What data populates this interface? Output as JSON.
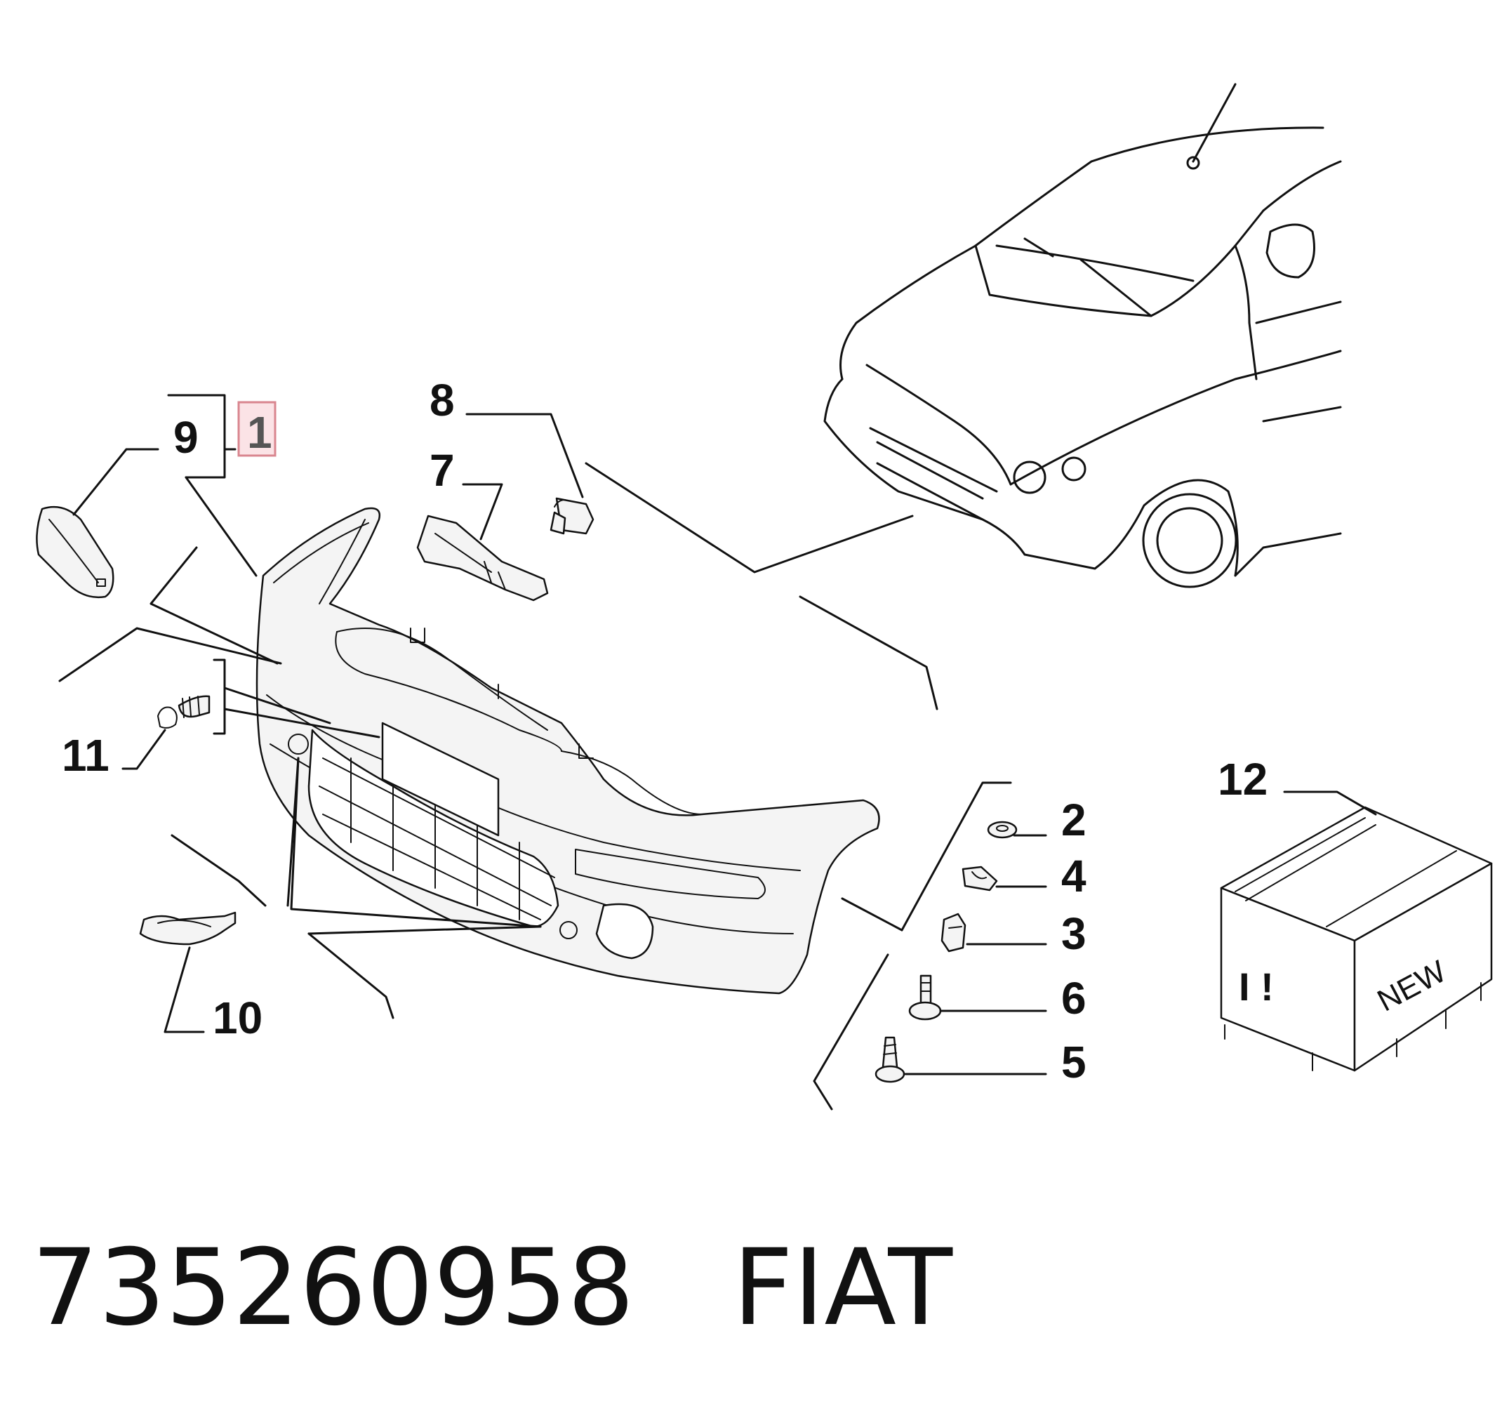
{
  "callouts": {
    "c1": "1",
    "c2": "2",
    "c3": "3",
    "c4": "4",
    "c5": "5",
    "c6": "6",
    "c7": "7",
    "c8": "8",
    "c9": "9",
    "c10": "10",
    "c11": "11",
    "c12": "12"
  },
  "box_label": "NEW",
  "box_marks": "I !",
  "footer": {
    "part_number": "735260958",
    "brand": "FIAT"
  },
  "colors": {
    "highlight_fill": "#fbe3e6",
    "highlight_stroke": "#d9868f",
    "ink": "#111111"
  }
}
